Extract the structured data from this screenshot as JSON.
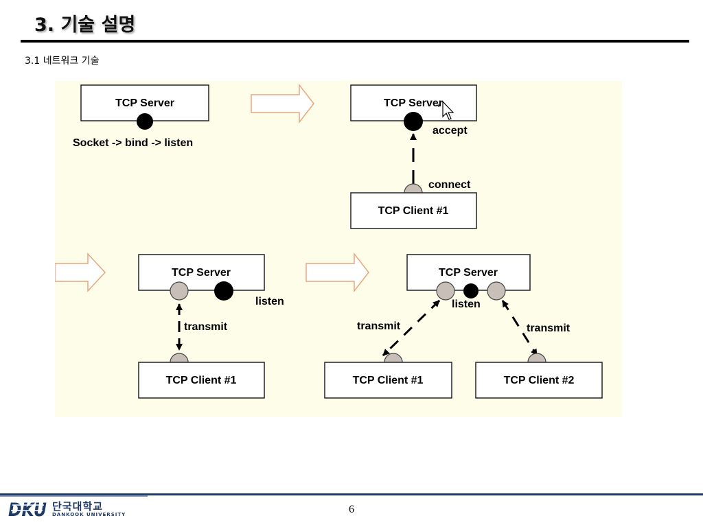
{
  "slide": {
    "title": "3. 기술  설명",
    "section_heading": "3.1 네트워크 기술",
    "page_number": "6"
  },
  "diagram": {
    "panel1": {
      "server_label": "TCP Server",
      "socket_caption": "Socket -> bind -> listen"
    },
    "panel2": {
      "server_label": "TCP Server",
      "accept_label": "accept",
      "connect_label": "connect",
      "client_label": "TCP Client #1"
    },
    "panel3": {
      "server_label": "TCP Server",
      "listen_label": "listen",
      "transmit_label": "transmit",
      "client_label": "TCP Client #1"
    },
    "panel4": {
      "server_label": "TCP Server",
      "listen_label": "listen",
      "transmit_left_label": "transmit",
      "transmit_right_label": "transmit",
      "client1_label": "TCP Client #1",
      "client2_label": "TCP Client #2"
    },
    "colors": {
      "panel_background": "#fdfde9",
      "listening_socket": "#000000",
      "connected_socket": "#c8c0b8",
      "arrow_outline": "#e8a67a"
    }
  },
  "footer": {
    "logo_letters": "DKU",
    "logo_name_ko": "단국대학교",
    "logo_name_en": "DANKOOK UNIVERSITY"
  }
}
